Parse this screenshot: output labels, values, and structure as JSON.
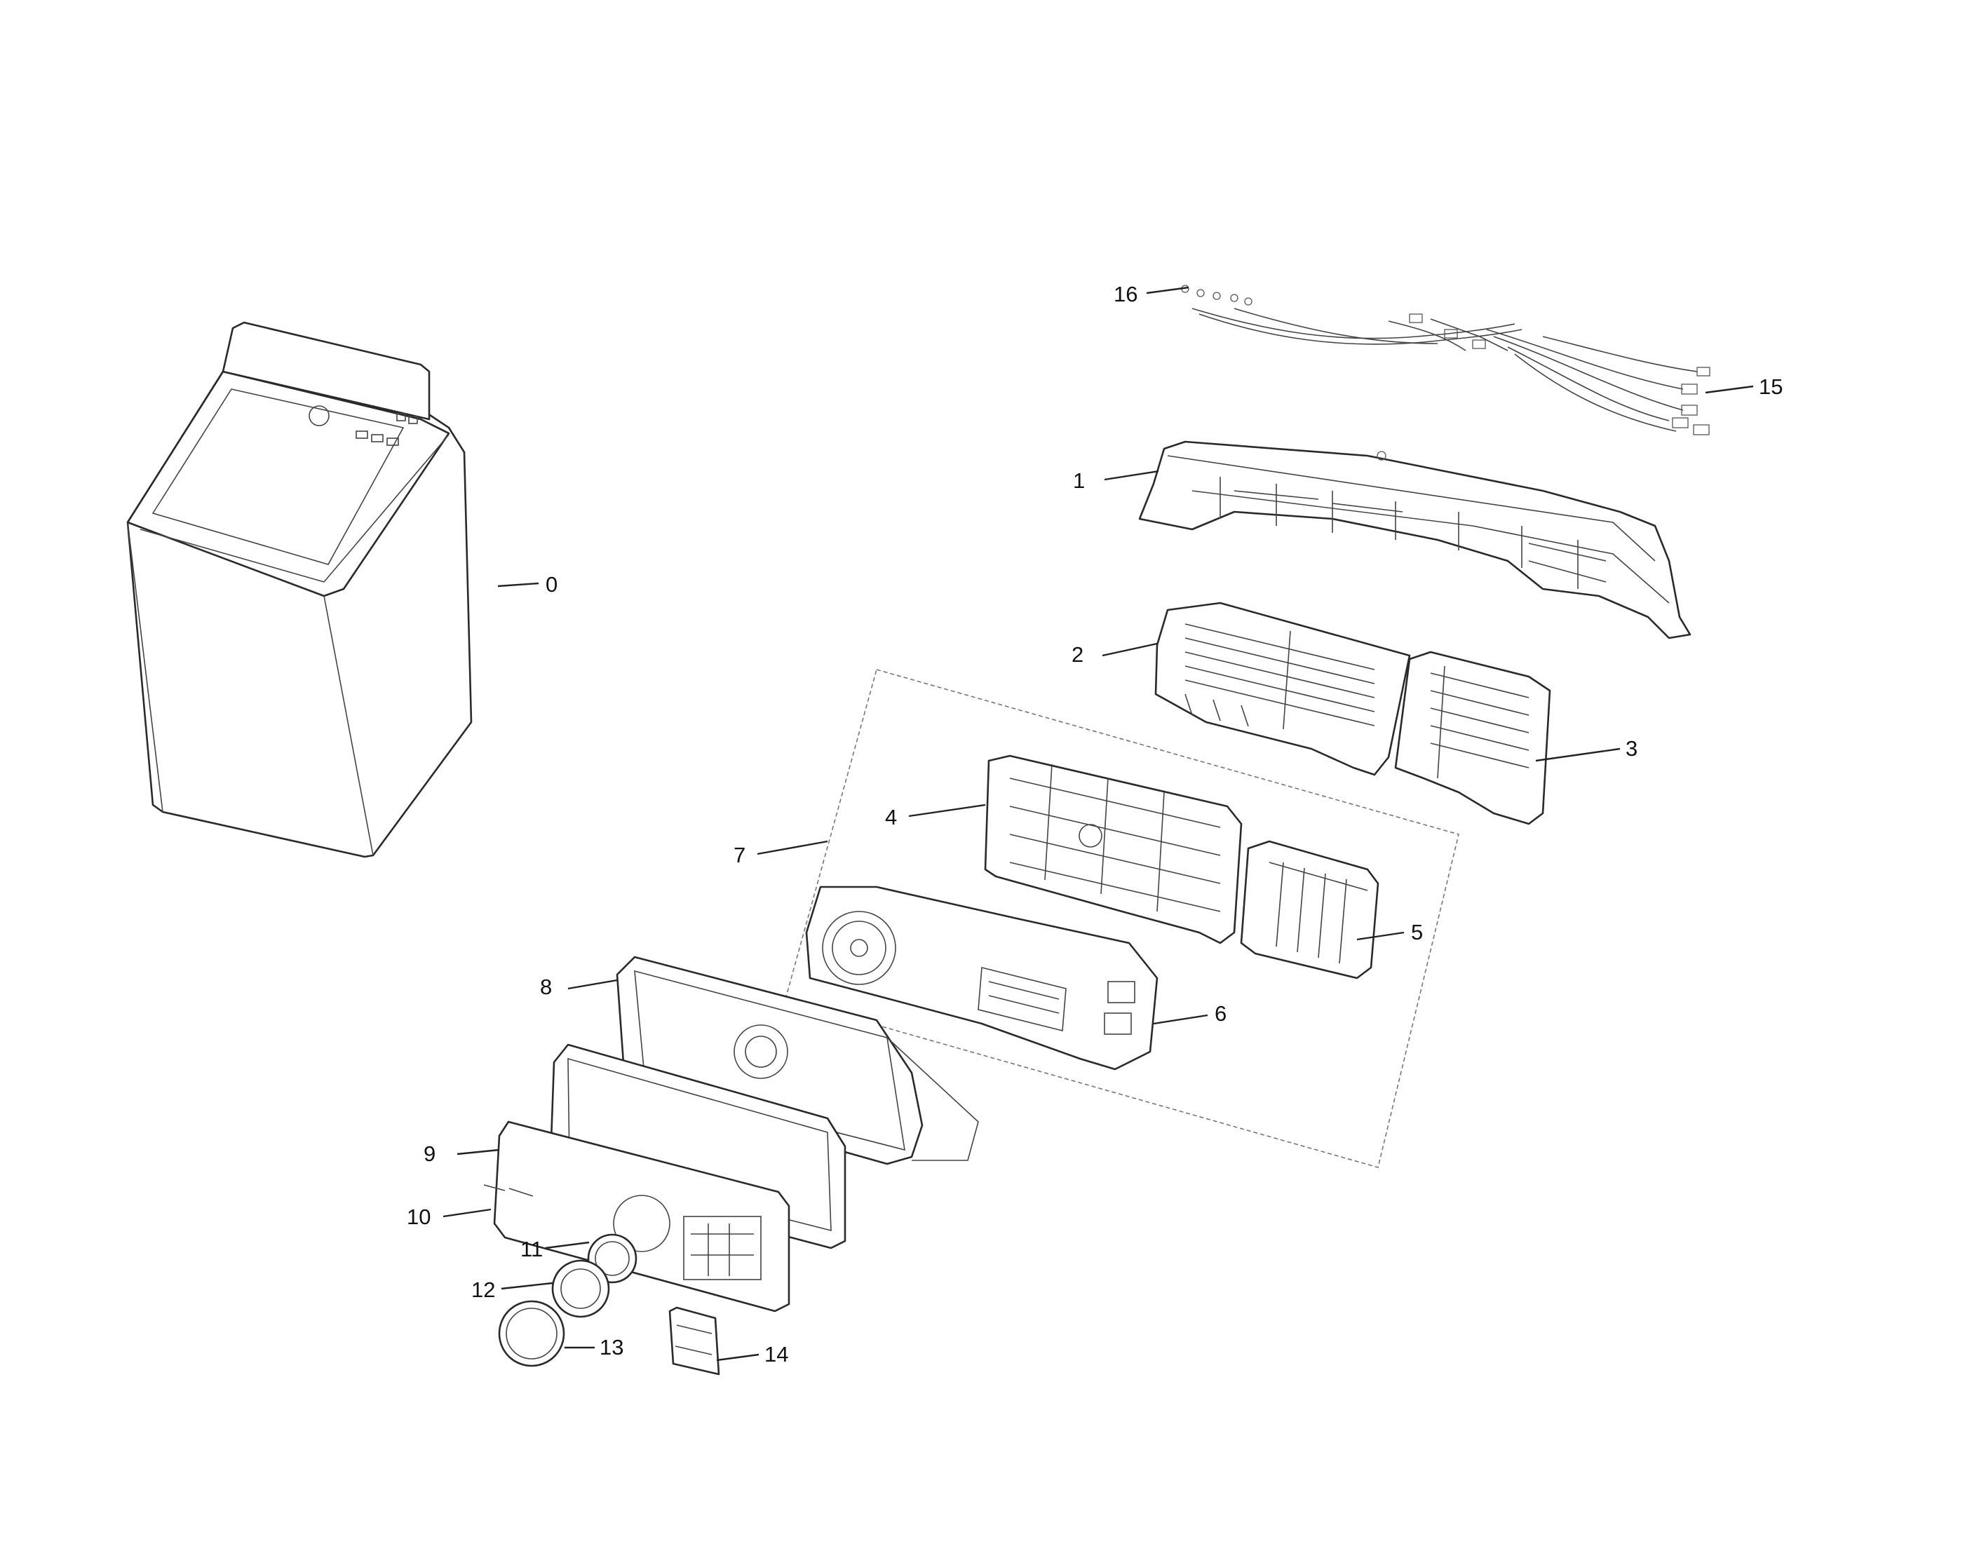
{
  "callouts": [
    "0",
    "1",
    "2",
    "3",
    "4",
    "5",
    "6",
    "7",
    "8",
    "9",
    "10",
    "11",
    "12",
    "13",
    "14",
    "15",
    "16"
  ]
}
